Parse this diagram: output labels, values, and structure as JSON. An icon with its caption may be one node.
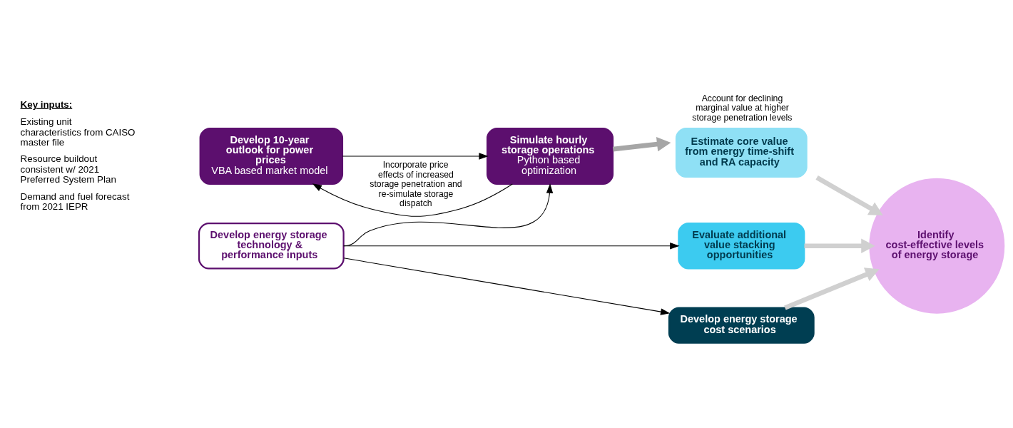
{
  "diagram": {
    "nodes": [
      {
        "text": [
          "Develop 10-year outlook for power prices",
          "VBA based market model"
        ]
      },
      {
        "text": [
          "Simulate hourly storage operations",
          "Python based optimization"
        ]
      },
      {
        "text": [
          "Develop energy storage technology & performance inputs"
        ]
      },
      {
        "text": [
          "Estimate core value from energy time-shift and RA capacity"
        ],
        "beside": [
          "Account for declining marginal value at higher storage penetration levels"
        ]
      },
      {
        "text": [
          "Evaluate additional value stacking opportunities"
        ]
      },
      {
        "text": [
          "Develop energy storage cost scenarios"
        ]
      },
      {
        "text": [
          "Identify cost-effective levels of energy storage"
        ]
      }
    ],
    "edges": [
      {
        "from": 0,
        "to": 1,
        "arrow": "to"
      },
      {
        "from": 1,
        "to": 0,
        "arrow": "to",
        "label": "Incorporate price effects of increased storage penetration and re-simulate storage dispatch"
      },
      {
        "from": 2,
        "to": 1,
        "arrow": "to"
      },
      {
        "from": 2,
        "to": 4,
        "arrow": "to"
      },
      {
        "from": 2,
        "to": 5,
        "arrow": "to"
      },
      {
        "from": 1,
        "to": 3,
        "arrow": "to",
        "style": "thick",
        "color": "#a6a6a6"
      },
      {
        "from": 3,
        "to": 6,
        "arrow": "to",
        "style": "thick",
        "color": "#d0d0d0"
      },
      {
        "from": 4,
        "to": 6,
        "arrow": "to",
        "style": "thick",
        "color": "#d0d0d0"
      },
      {
        "from": 5,
        "to": 6,
        "arrow": "to",
        "style": "thick",
        "color": "#d0d0d0"
      }
    ],
    "labels": [
      "Key inputs:",
      "Existing unit characteristics from CAISO master file",
      "Resource buildout consistent w/ 2021 Preferred System Plan",
      "Demand and fuel forecast from 2021 IEPR"
    ]
  }
}
